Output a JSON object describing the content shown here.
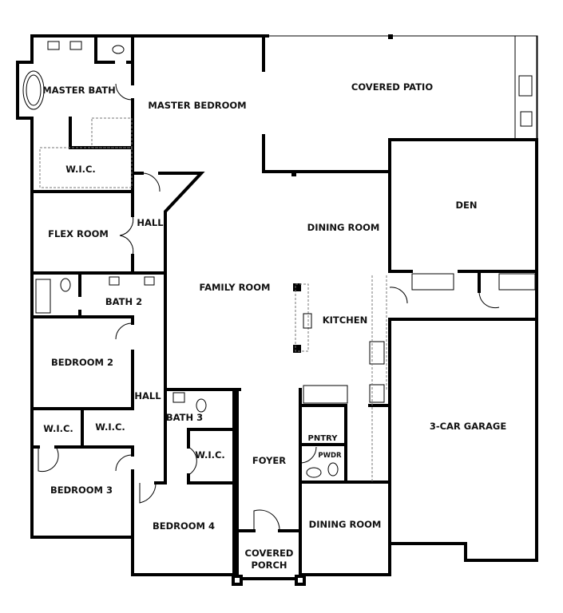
{
  "plan": {
    "rooms": {
      "master_bath": "MASTER BATH",
      "master_bedroom": "MASTER BEDROOM",
      "covered_patio": "COVERED PATIO",
      "wic_master": "W.I.C.",
      "flex_room": "FLEX ROOM",
      "hall_upper": "HALL",
      "dining_room_upper": "DINING ROOM",
      "den": "DEN",
      "family_room": "FAMILY ROOM",
      "bath_2": "BATH 2",
      "kitchen": "KITCHEN",
      "bedroom_2": "BEDROOM 2",
      "hall_lower": "HALL",
      "bath_3": "BATH 3",
      "wic_1": "W.I.C.",
      "wic_2": "W.I.C.",
      "wic_3": "W.I.C.",
      "pantry": "PNTRY",
      "powder": "PWDR",
      "garage": "3-CAR GARAGE",
      "foyer": "FOYER",
      "bedroom_3": "BEDROOM 3",
      "bedroom_4": "BEDROOM 4",
      "dining_room_lower": "DINING ROOM",
      "covered_porch_1": "COVERED",
      "covered_porch_2": "PORCH"
    }
  }
}
